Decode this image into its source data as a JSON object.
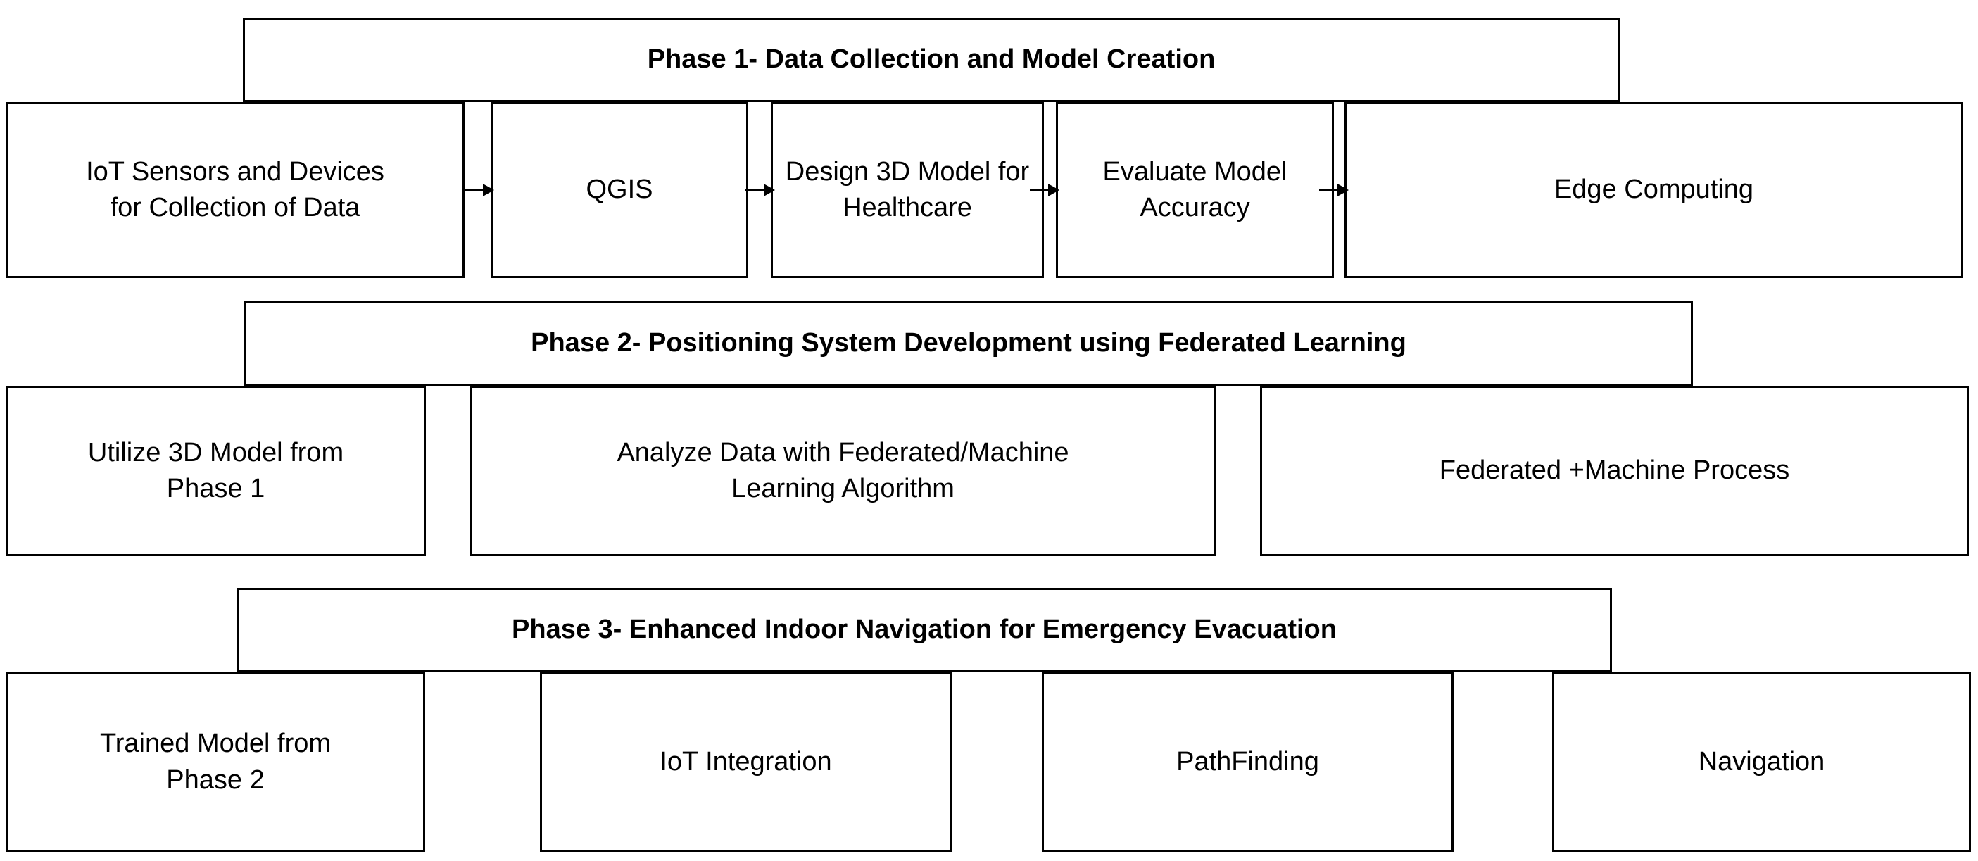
{
  "diagram": {
    "title": "Three-Phase Indoor Navigation System Workflow",
    "stroke_color": "#000000",
    "background_color": "#ffffff",
    "phases": [
      {
        "id": "phase-1",
        "header": "Phase 1- Data Collection and Model Creation",
        "nodes": [
          {
            "id": "iot-sensors-devices",
            "label": "IoT Sensors and Devices\nfor Collection of Data"
          },
          {
            "id": "qgis",
            "label": "QGIS"
          },
          {
            "id": "design-3d-model",
            "label": "Design 3D Model for\nHealthcare"
          },
          {
            "id": "evaluate-model-accuracy",
            "label": "Evaluate Model\nAccuracy"
          },
          {
            "id": "edge-computing",
            "label": "Edge Computing"
          }
        ],
        "connectors": [
          "arrow-right",
          "arrow-right",
          "arrow-right",
          "arrow-right"
        ]
      },
      {
        "id": "phase-2",
        "header": "Phase 2- Positioning System Development using Federated Learning",
        "nodes": [
          {
            "id": "utilize-3d-model",
            "label": "Utilize 3D Model from\nPhase 1"
          },
          {
            "id": "analyze-data-federated-machine",
            "label": "Analyze Data with Federated/Machine\nLearning Algorithm"
          },
          {
            "id": "federated-machine-process",
            "label": "Federated +Machine Process"
          }
        ],
        "connectors": []
      },
      {
        "id": "phase-3",
        "header": "Phase 3- Enhanced Indoor Navigation for Emergency Evacuation",
        "nodes": [
          {
            "id": "trained-model-phase-2",
            "label": "Trained Model from\nPhase 2"
          },
          {
            "id": "iot-integration",
            "label": "IoT Integration"
          },
          {
            "id": "pathfinding",
            "label": "PathFinding"
          },
          {
            "id": "navigation",
            "label": "Navigation"
          }
        ],
        "connectors": []
      }
    ]
  }
}
